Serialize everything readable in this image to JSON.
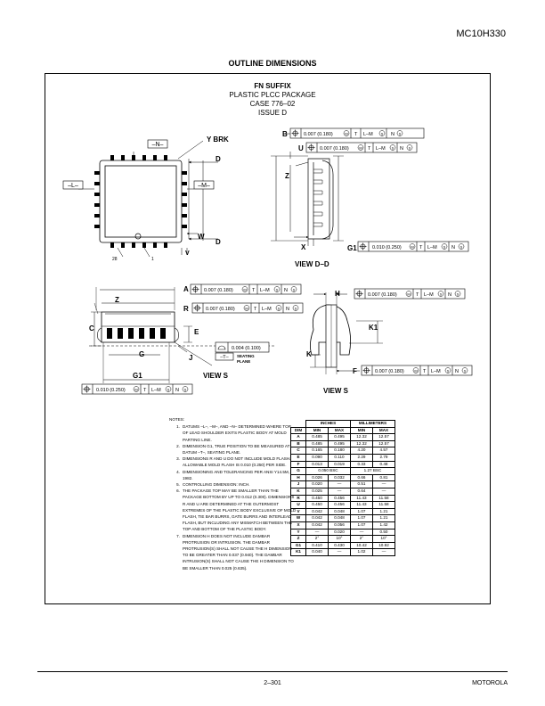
{
  "header": {
    "part_number": "MC10H330"
  },
  "section_title": "OUTLINE DIMENSIONS",
  "package": {
    "suffix": "FN SUFFIX",
    "name": "PLASTIC PLCC PACKAGE",
    "case": "CASE 776–02",
    "issue": "ISSUE D"
  },
  "labels": {
    "N": "–N–",
    "L": "–L–",
    "M": "–M–",
    "Y_BRK": "Y BRK",
    "D": "D",
    "W": "W",
    "V": "V",
    "pin28": "28",
    "pin1": "1",
    "B": "B",
    "U": "U",
    "Z": "Z",
    "X": "X",
    "G1": "G1",
    "view_dd": "VIEW D–D",
    "A": "A",
    "R": "R",
    "C": "C",
    "E": "E",
    "G": "G",
    "J": "J",
    "view_s": "VIEW S",
    "H": "H",
    "K1": "K1",
    "K": "K",
    "F": "F",
    "seating_plane_1": "SEATING",
    "seating_plane_2": "PLANE",
    "T_datum": "–T–"
  },
  "tolerances": {
    "sym_T": "T",
    "sym_LM": "L–M",
    "sym_N": "N",
    "circle_M": "M",
    "circle_S": "S",
    "t007": "0.007 (0.180)",
    "t010": "0.010 (0.250)",
    "t004": "0.004 (0.100)"
  },
  "notes": {
    "heading": "NOTES:",
    "items": [
      {
        "n": "1.",
        "t": "DATUMS –L–, –M–, AND –N– DETERMINED WHERE TOP OF LEAD SHOULDER EXITS PLASTIC BODY AT MOLD PARTING LINE."
      },
      {
        "n": "2.",
        "t": "DIMENSION G1, TRUE POSITION TO BE MEASURED AT DATUM –T–, SEATING PLANE."
      },
      {
        "n": "3.",
        "t": "DIMENSIONS R AND U DO NOT INCLUDE MOLD FLASH. ALLOWABLE MOLD FLASH IS 0.010 (0.250) PER SIDE."
      },
      {
        "n": "4.",
        "t": "DIMENSIONING AND TOLERANCING PER ANSI Y14.5M, 1982."
      },
      {
        "n": "5.",
        "t": "CONTROLLING DIMENSION: INCH."
      },
      {
        "n": "6.",
        "t": "THE PACKAGE TOP MAY BE SMALLER THAN THE PACKAGE BOTTOM BY UP TO 0.012 (0.300). DIMENSIONS R AND U ARE DETERMINED AT THE OUTERMOST EXTREMES OF THE PLASTIC BODY EXCLUSIVE OF MOLD FLASH, TIE BAR BURRS, GATE BURRS AND INTERLEAD FLASH, BUT INCLUDING ANY MISMATCH BETWEEN THE TOP AND BOTTOM OF THE PLASTIC BODY."
      },
      {
        "n": "7.",
        "t": "DIMENSION H DOES NOT INCLUDE DAMBAR PROTRUSION OR INTRUSION. THE DAMBAR PROTRUSION(S) SHALL NOT CAUSE THE H DIMENSION TO BE GREATER THAN 0.037 (0.940). THE DAMBAR INTRUSION(S) SHALL NOT CAUSE THE H DIMENSION TO BE SMALLER THAN 0.025 (0.635)."
      }
    ]
  },
  "dim_table": {
    "group_inches": "INCHES",
    "group_mm": "MILLIMETERS",
    "col_dim": "DIM",
    "col_min": "MIN",
    "col_max": "MAX",
    "rows": [
      [
        "A",
        "0.485",
        "0.495",
        "12.32",
        "12.57"
      ],
      [
        "B",
        "0.485",
        "0.495",
        "12.32",
        "12.57"
      ],
      [
        "C",
        "0.165",
        "0.180",
        "4.20",
        "4.57"
      ],
      [
        "E",
        "0.090",
        "0.110",
        "2.29",
        "2.79"
      ],
      [
        "F",
        "0.013",
        "0.019",
        "0.33",
        "0.48"
      ],
      [
        "G",
        "0.050 BSC",
        "",
        "1.27 BSC",
        ""
      ],
      [
        "H",
        "0.026",
        "0.032",
        "0.66",
        "0.81"
      ],
      [
        "J",
        "0.020",
        "—",
        "0.51",
        "—"
      ],
      [
        "K",
        "0.025",
        "—",
        "0.64",
        "—"
      ],
      [
        "R",
        "0.450",
        "0.456",
        "11.43",
        "11.58"
      ],
      [
        "U",
        "0.450",
        "0.456",
        "11.43",
        "11.58"
      ],
      [
        "V",
        "0.042",
        "0.048",
        "1.07",
        "1.21"
      ],
      [
        "W",
        "0.042",
        "0.048",
        "1.07",
        "1.21"
      ],
      [
        "X",
        "0.042",
        "0.056",
        "1.07",
        "1.42"
      ],
      [
        "Y",
        "—",
        "0.020",
        "—",
        "0.50"
      ],
      [
        "Z",
        "2°",
        "10°",
        "2°",
        "10°"
      ],
      [
        "G1",
        "0.410",
        "0.430",
        "10.42",
        "10.92"
      ],
      [
        "K1",
        "0.040",
        "—",
        "1.02",
        "—"
      ]
    ]
  },
  "footer": {
    "page_number": "2–301",
    "brand": "MOTOROLA"
  }
}
